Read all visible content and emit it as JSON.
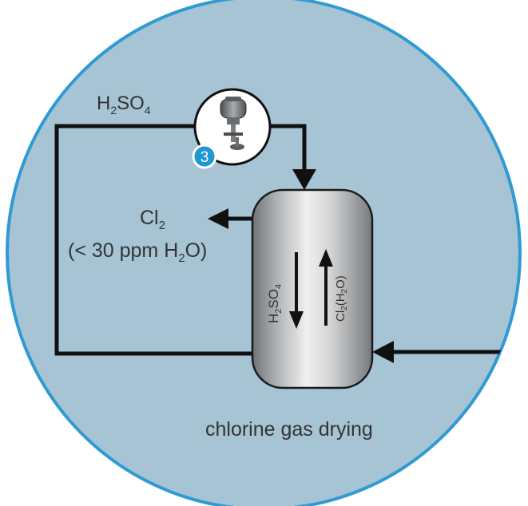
{
  "labels": {
    "acid_main": "H",
    "acid_sub_h": "2",
    "acid_so": "SO",
    "acid_sub_o": "4",
    "outlet_cl": "Cl",
    "outlet_cl_sub": "2",
    "outlet_ppm_open": "(< 30 ppm H",
    "outlet_ppm_sub": "2",
    "outlet_ppm_close": "O)",
    "column_down_h": "H",
    "column_down_h_sub": "2",
    "column_down_so": "SO",
    "column_down_so_sub": "4",
    "column_up_cl": "Cl",
    "column_up_cl_sub": "2",
    "column_up_h": "(H",
    "column_up_h_sub": "2",
    "column_up_o": "O)",
    "caption": "chlorine gas drying",
    "instrument_badge": "3"
  },
  "colors": {
    "background_circle": "#a6c4d4",
    "circle_border": "#2f9ad3",
    "lines": "#111111",
    "badge": "#1f97d4",
    "text": "#333333"
  },
  "icons": {
    "instrument": "level-transmitter-icon"
  }
}
